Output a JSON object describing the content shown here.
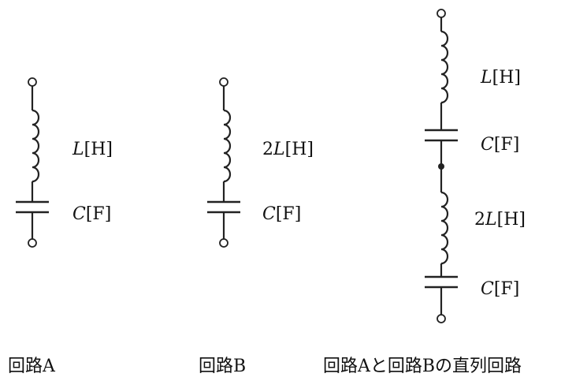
{
  "circuits": [
    {
      "caption": "回路A",
      "components": [
        {
          "type": "inductor",
          "coefficient": "",
          "symbol": "L",
          "unit": "[H]"
        },
        {
          "type": "capacitor",
          "coefficient": "",
          "symbol": "C",
          "unit": "[F]"
        }
      ]
    },
    {
      "caption": "回路B",
      "components": [
        {
          "type": "inductor",
          "coefficient": "2",
          "symbol": "L",
          "unit": "[H]"
        },
        {
          "type": "capacitor",
          "coefficient": "",
          "symbol": "C",
          "unit": "[F]"
        }
      ]
    },
    {
      "caption": "回路Aと回路Bの直列回路",
      "components": [
        {
          "type": "inductor",
          "coefficient": "",
          "symbol": "L",
          "unit": "[H]"
        },
        {
          "type": "capacitor",
          "coefficient": "",
          "symbol": "C",
          "unit": "[F]"
        },
        {
          "type": "inductor",
          "coefficient": "2",
          "symbol": "L",
          "unit": "[H]"
        },
        {
          "type": "capacitor",
          "coefficient": "",
          "symbol": "C",
          "unit": "[F]"
        }
      ]
    }
  ],
  "colors": {
    "line": "#222222",
    "text": "#111111",
    "background": "#ffffff"
  }
}
